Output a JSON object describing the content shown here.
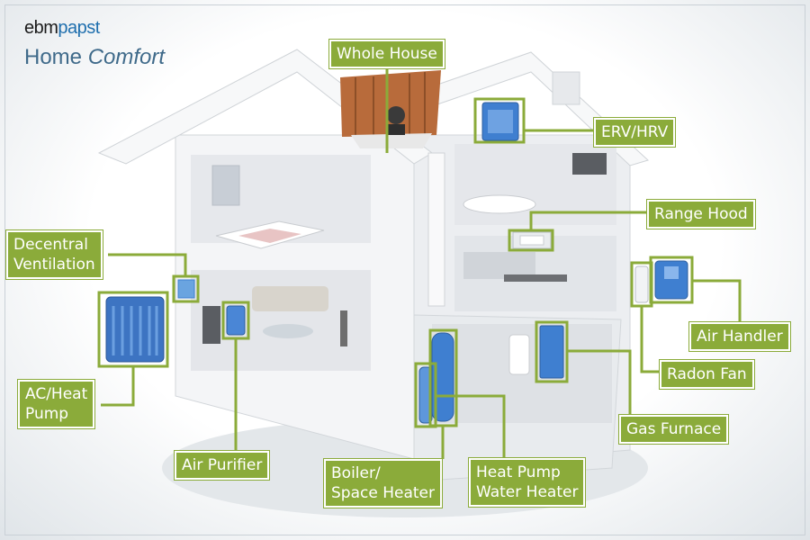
{
  "brand": {
    "logo_part1": "ebm",
    "logo_part2": "papst",
    "subtitle_part1": "Home ",
    "subtitle_part2": "Comfort"
  },
  "callouts": {
    "whole_house": "Whole House",
    "erv_hrv": "ERV/HRV",
    "range_hood": "Range Hood",
    "decentral_ventilation": "Decentral\nVentilation",
    "air_handler": "Air Handler",
    "radon_fan": "Radon Fan",
    "ac_heat_pump": "AC/Heat\nPump",
    "gas_furnace": "Gas Furnace",
    "air_purifier": "Air Purifier",
    "heat_pump_water_heater": "Heat Pump\nWater Heater",
    "boiler_space_heater": "Boiler/\nSpace Heater"
  },
  "colors": {
    "callout_green": "#8bab3a",
    "device_blue": "#3f7fd0",
    "brand_blue": "#1f6fae",
    "wall": "#f3f4f6",
    "wall_shade": "#d4d8dc"
  }
}
